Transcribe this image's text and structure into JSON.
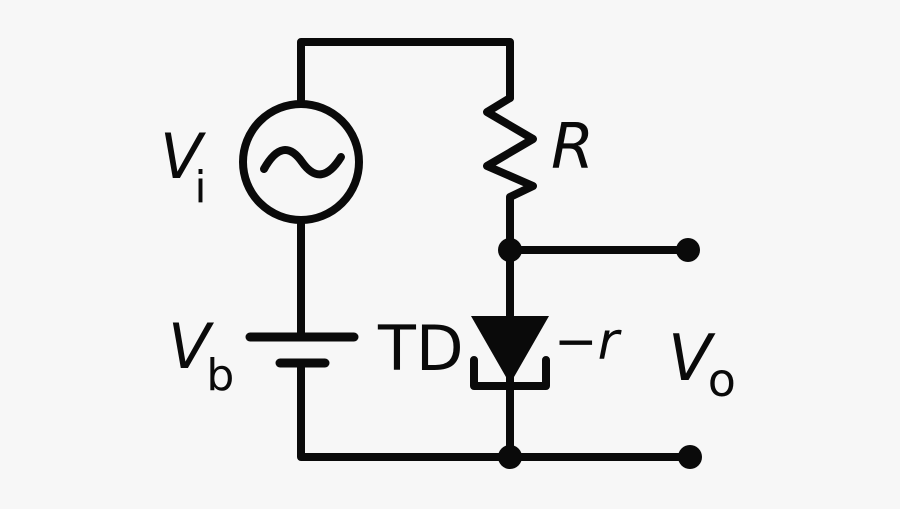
{
  "figure": {
    "description": "Tunnel diode amplifier circuit schematic",
    "background_color": "#f7f7f7",
    "line_color": "#0a0a0a",
    "labels": {
      "input_source": {
        "main": "V",
        "sub": "i"
      },
      "bias_battery": {
        "main": "V",
        "sub": "b"
      },
      "resistor": "R",
      "tunnel_diode": "TD",
      "negative_resistance": "−r",
      "output_voltage": {
        "main": "V",
        "sub": "o"
      }
    }
  }
}
